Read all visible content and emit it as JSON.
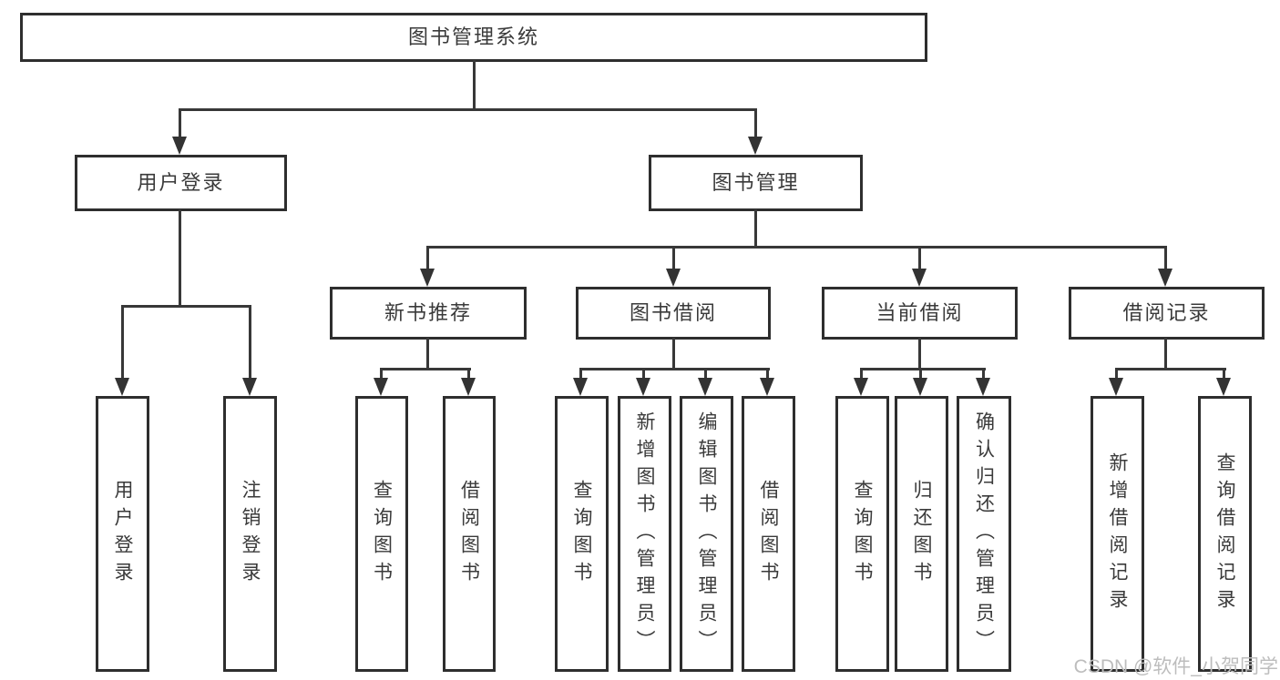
{
  "tree": {
    "root": {
      "label": "图书管理系统",
      "children": [
        {
          "label": "用户登录",
          "children": [
            {
              "label": "用户登录"
            },
            {
              "label": "注销登录"
            }
          ]
        },
        {
          "label": "图书管理",
          "children": [
            {
              "label": "新书推荐",
              "children": [
                {
                  "label": "查询图书"
                },
                {
                  "label": "借阅图书"
                }
              ]
            },
            {
              "label": "图书借阅",
              "children": [
                {
                  "label": "查询图书"
                },
                {
                  "label": "新增图书（管理员）"
                },
                {
                  "label": "编辑图书（管理员）"
                },
                {
                  "label": "借阅图书"
                }
              ]
            },
            {
              "label": "当前借阅",
              "children": [
                {
                  "label": "查询图书"
                },
                {
                  "label": "归还图书"
                },
                {
                  "label": "确认归还（管理员）"
                }
              ]
            },
            {
              "label": "借阅记录",
              "children": [
                {
                  "label": "新增借阅记录"
                },
                {
                  "label": "查询借阅记录"
                }
              ]
            }
          ]
        }
      ]
    }
  },
  "watermark": {
    "text": "CSDN @软件_小贺同学"
  },
  "colors": {
    "line": "#383838",
    "box_border": "#2e2e2e",
    "text": "#3a3a3a",
    "watermark": "#bdbdbd",
    "background": "#ffffff"
  }
}
